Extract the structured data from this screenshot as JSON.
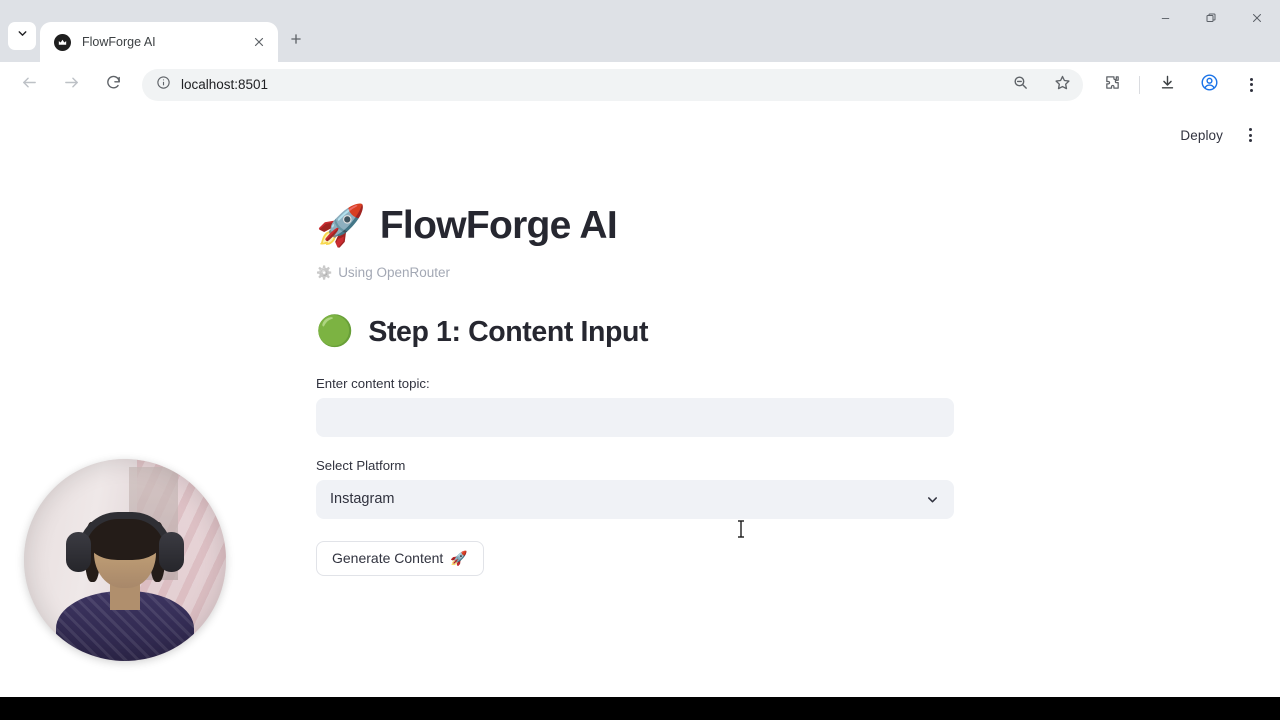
{
  "browser": {
    "tab_search_icon": "chevron-down-icon",
    "tab": {
      "title": "FlowForge AI",
      "favicon": "flowforge-favicon",
      "close_icon": "close-icon"
    },
    "new_tab_icon": "plus-icon",
    "window_controls": {
      "minimize": "minimize-icon",
      "maximize": "maximize-icon",
      "close": "close-icon"
    },
    "toolbar": {
      "back_icon": "back-arrow-icon",
      "forward_icon": "forward-arrow-icon",
      "reload_icon": "reload-icon",
      "site_info_icon": "info-circle-icon",
      "url": "localhost:8501",
      "zoom_icon": "zoom-search-icon",
      "bookmark_icon": "star-icon",
      "extensions_icon": "puzzle-icon",
      "downloads_icon": "download-icon",
      "profile_icon": "profile-avatar-icon",
      "menu_icon": "three-dot-menu-icon"
    }
  },
  "streamlit": {
    "deploy_label": "Deploy",
    "menu_icon": "three-dot-menu-icon"
  },
  "app": {
    "title_emoji": "🚀",
    "title": "FlowForge AI",
    "caption_emoji": "⚙️",
    "caption": "Using OpenRouter",
    "step": {
      "emoji": "🟢",
      "heading": "Step 1: Content Input"
    },
    "topic_field": {
      "label": "Enter content topic:",
      "value": "",
      "placeholder": ""
    },
    "platform_field": {
      "label": "Select Platform",
      "value": "Instagram",
      "chevron_icon": "chevron-down-icon"
    },
    "generate_button": {
      "label": "Generate Content",
      "emoji": "🚀"
    }
  },
  "overlay": {
    "webcam_bubble": "webcam-video-bubble"
  },
  "colors": {
    "page_bg": "#ffffff",
    "tabstrip_bg": "#dee1e6",
    "input_bg": "#f0f2f6",
    "text_primary": "#262730",
    "text_secondary": "#31333f",
    "caption_gray": "#a3a8b4",
    "profile_blue": "#1a73e8",
    "bottom_bar": "#000000"
  }
}
